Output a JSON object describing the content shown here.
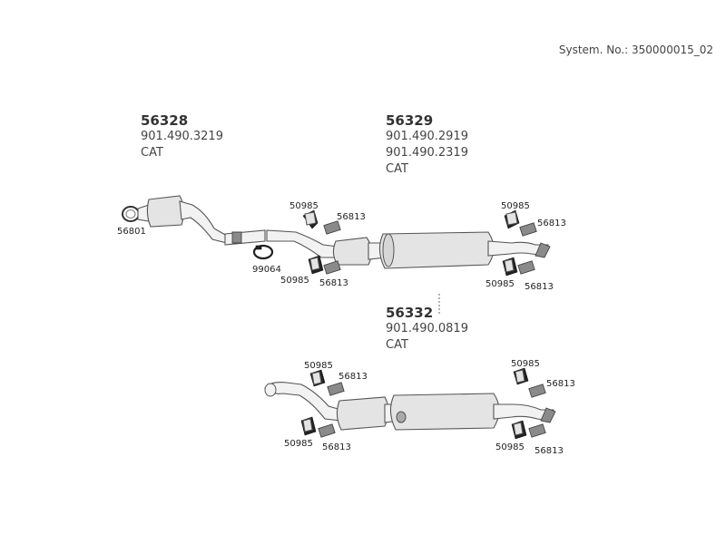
{
  "system_no": "System. No.: 350000015_02",
  "groups": [
    {
      "part": "56328",
      "oem": [
        "901.490.3219"
      ],
      "note": "CAT"
    },
    {
      "part": "56329",
      "oem": [
        "901.490.2919",
        "901.490.2319"
      ],
      "note": "CAT"
    },
    {
      "part": "56332",
      "oem": [
        "901.490.0819"
      ],
      "note": "CAT"
    }
  ],
  "labels": {
    "ring": "56801",
    "clamp": "99064",
    "hanger": "50985",
    "bracket": "56813"
  }
}
